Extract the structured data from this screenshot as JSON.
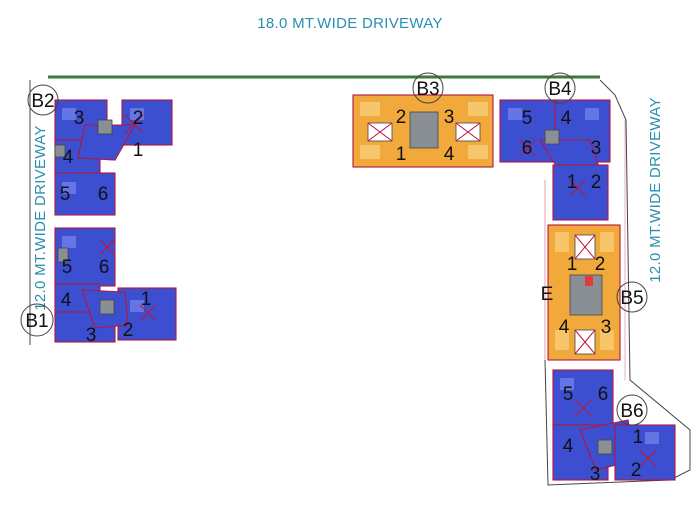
{
  "roads": {
    "top": "18.0 MT.WIDE DRIVEWAY",
    "left": "12.0 MT.WIDE DRIVEWAY",
    "right": "12.0 MT.WIDE DRIVEWAY"
  },
  "blocks": {
    "B1": "B1",
    "B2": "B2",
    "B3": "B3",
    "B4": "B4",
    "B5": "B5",
    "B6": "B6",
    "E": "E"
  },
  "units": {
    "b2_1": "1",
    "b2_2": "2",
    "b2_3": "3",
    "b2_4": "4",
    "b2_5": "5",
    "b2_6": "6",
    "b1_1": "1",
    "b1_2": "2",
    "b1_3": "3",
    "b1_4": "4",
    "b1_5": "5",
    "b1_6": "6",
    "b3_1": "1",
    "b3_2": "2",
    "b3_3": "3",
    "b3_4": "4",
    "b4_1": "1",
    "b4_2": "2",
    "b4_3": "3",
    "b4_4": "4",
    "b4_5": "5",
    "b4_6": "6",
    "b5_1": "1",
    "b5_2": "2",
    "b5_3": "3",
    "b5_4": "4",
    "b6_1": "1",
    "b6_2": "2",
    "b6_3": "3",
    "b6_4": "4",
    "b6_5": "5",
    "b6_6": "6"
  },
  "colors": {
    "block_blue": "#3d4fd1",
    "block_orange": "#f2a93b",
    "outline_red": "#b3163f",
    "road_label": "#2a8fb0",
    "road_green": "#3a7a3a"
  }
}
